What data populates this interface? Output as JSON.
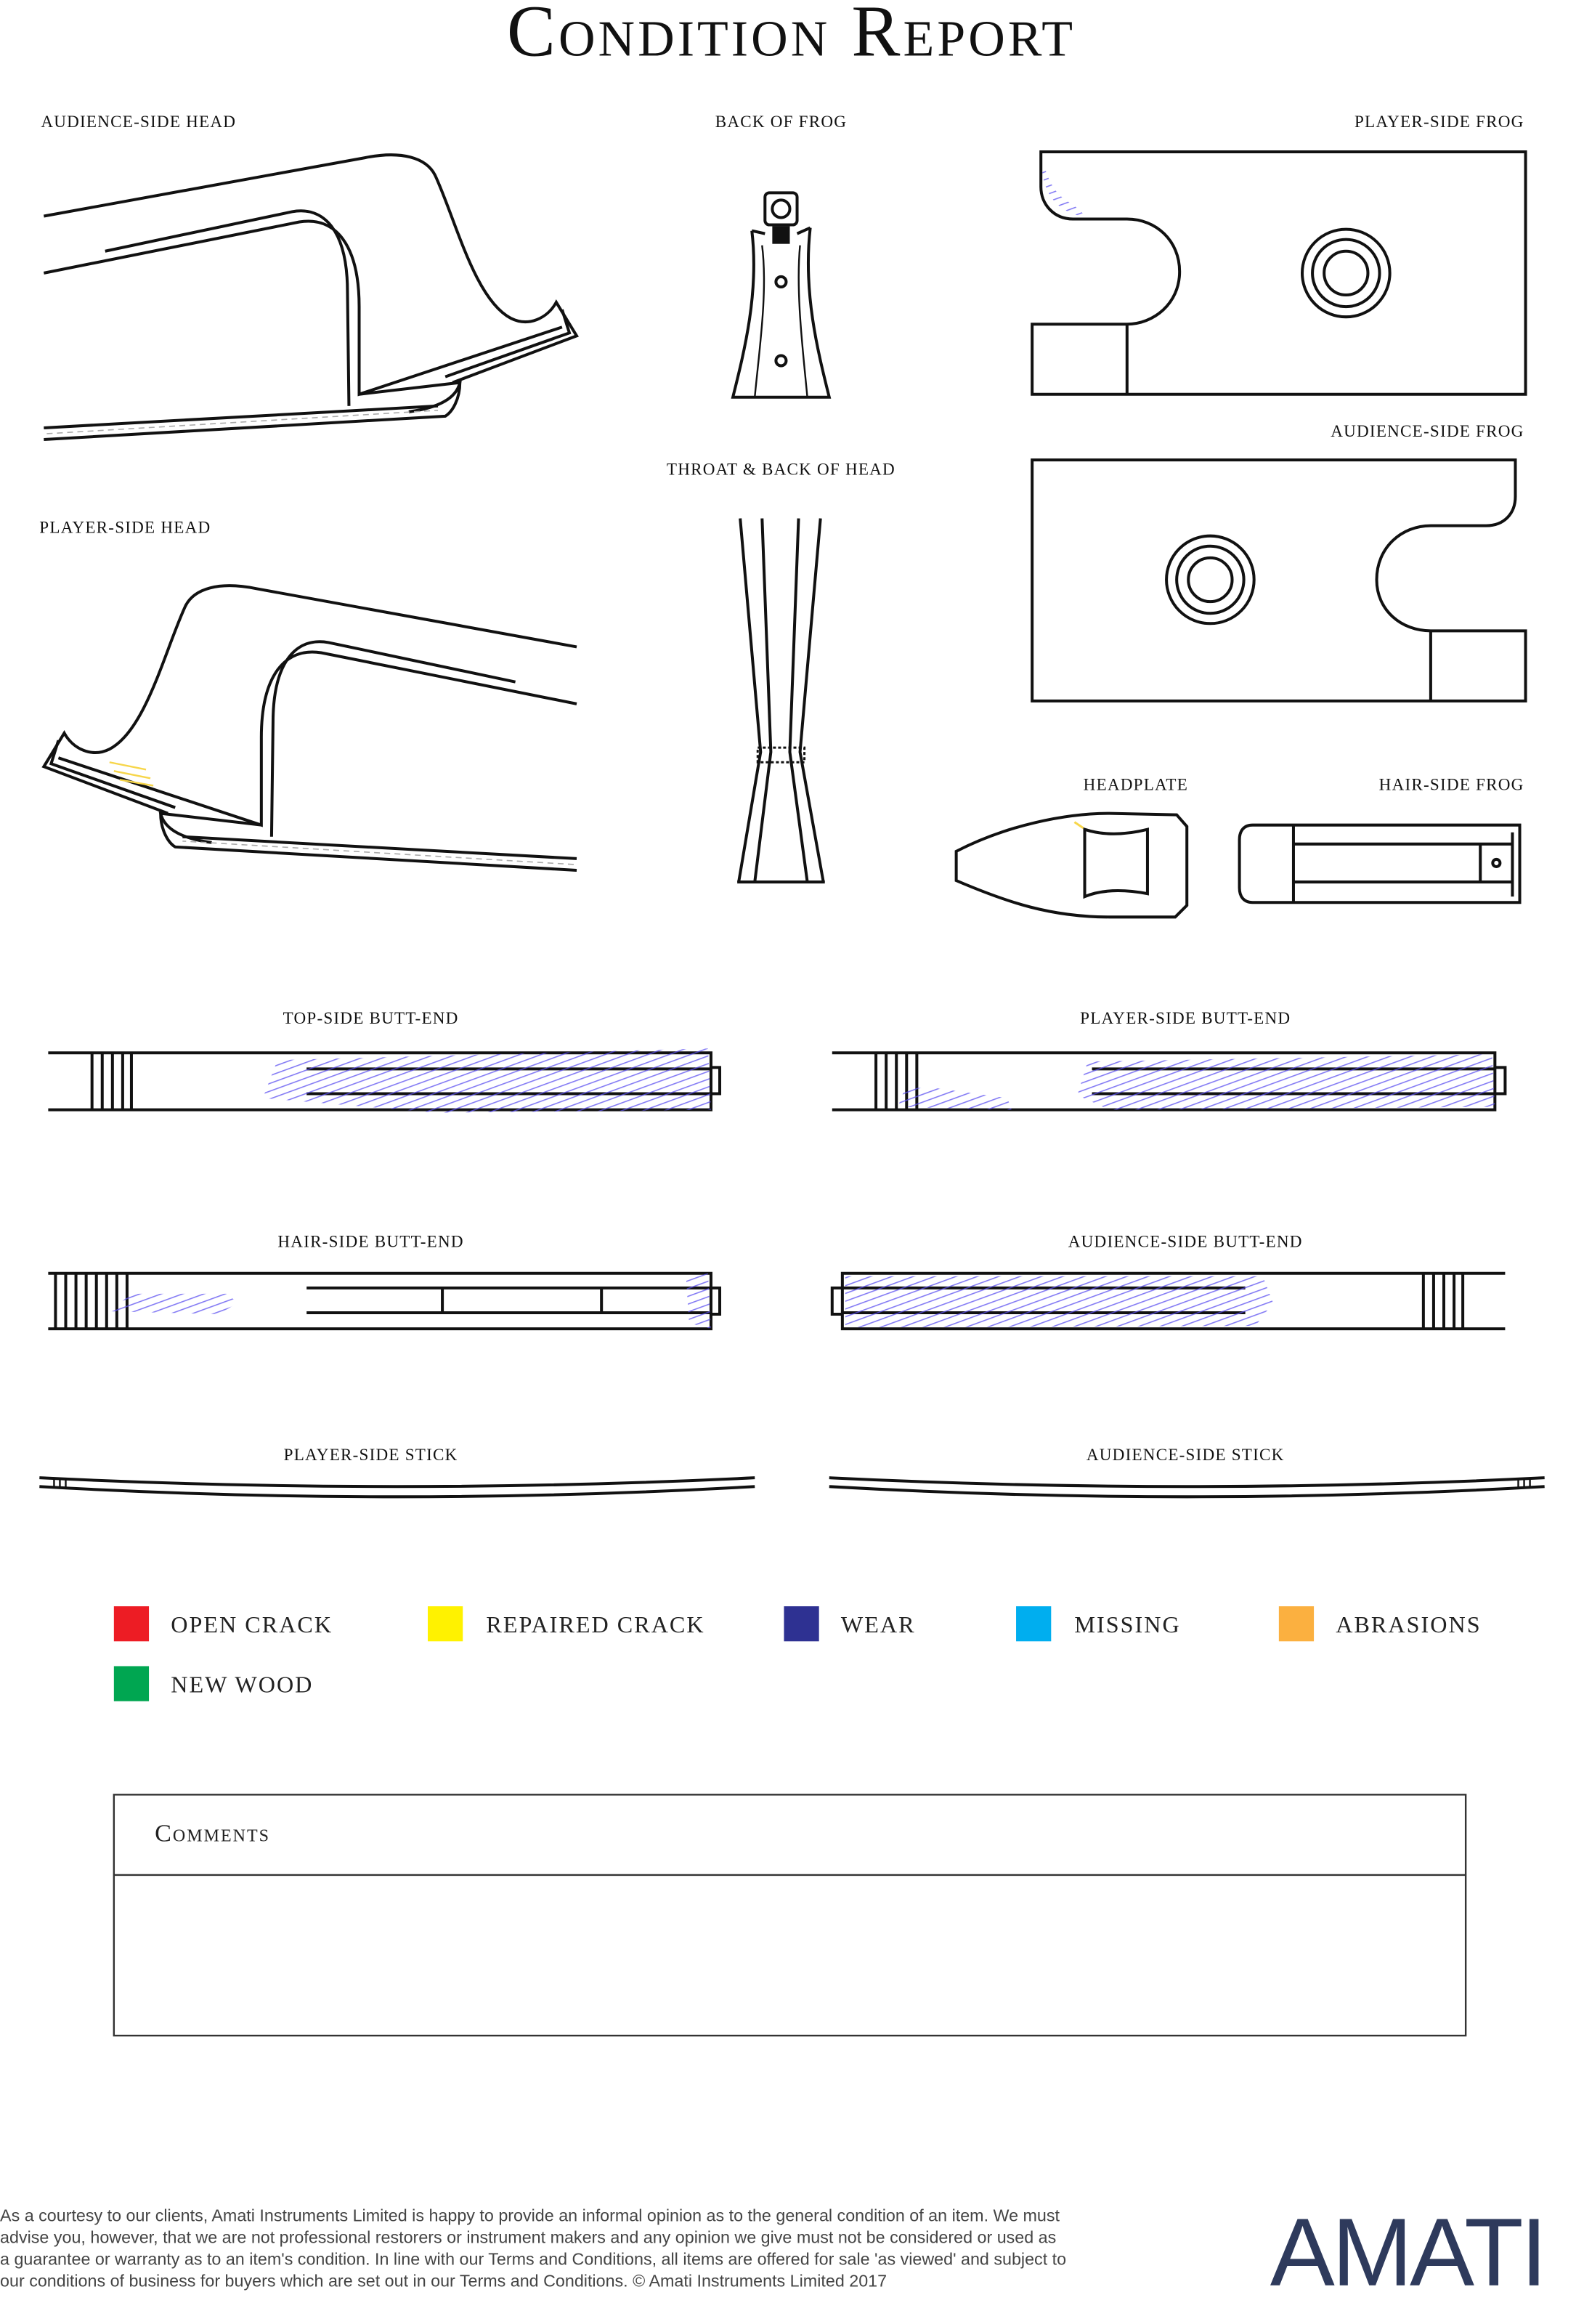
{
  "title": "Condition Report",
  "diagrams": {
    "audience_side_head": "AUDIENCE-SIDE HEAD",
    "back_of_frog": "BACK OF FROG",
    "player_side_frog": "PLAYER-SIDE FROG",
    "audience_side_frog": "AUDIENCE-SIDE FROG",
    "throat_back_of_head": "THROAT & BACK OF HEAD",
    "player_side_head": "PLAYER-SIDE HEAD",
    "headplate": "HEADPLATE",
    "hair_side_frog": "HAIR-SIDE FROG",
    "top_side_butt_end": "TOP-SIDE BUTT-END",
    "player_side_butt_end": "PLAYER-SIDE BUTT-END",
    "hair_side_butt_end": "HAIR-SIDE BUTT-END",
    "audience_side_butt_end": "AUDIENCE-SIDE BUTT-END",
    "player_side_stick": "PLAYER-SIDE STICK",
    "audience_side_stick": "AUDIENCE-SIDE STICK"
  },
  "legend": [
    {
      "label": "OPEN CRACK",
      "color": "#ed1c24"
    },
    {
      "label": "REPAIRED CRACK",
      "color": "#fff200"
    },
    {
      "label": "WEAR",
      "color": "#2e3192"
    },
    {
      "label": "MISSING",
      "color": "#00aeef"
    },
    {
      "label": "ABRASIONS",
      "color": "#fbb040"
    },
    {
      "label": "NEW WOOD",
      "color": "#00a651"
    }
  ],
  "comments": {
    "heading": "Comments",
    "value": ""
  },
  "footer": {
    "lines": [
      "As a courtesy to our clients, Amati Instruments Limited is happy to provide an informal opinion as to the general condition of an item. We must",
      "advise you, however, that we are not professional restorers or instrument makers and any opinion we give must not be considered or used as",
      "a guarantee or warranty as to an item's condition. In line with our Terms and Conditions, all items are offered for sale 'as viewed' and subject to",
      "our conditions of business for buyers which are set out in our Terms and Conditions. © Amati Instruments Limited 2017"
    ],
    "logo": "AMATI"
  },
  "colors": {
    "wear_mark": "#5a4ff0",
    "logo": "#2e3a5c"
  }
}
